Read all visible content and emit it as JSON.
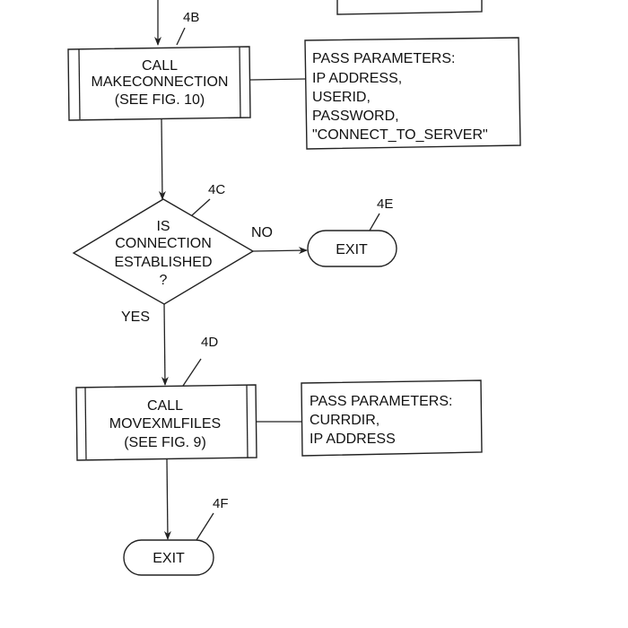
{
  "diagram": {
    "type": "flowchart",
    "nodes": {
      "call_makeconnection": {
        "ref": "4B",
        "lines": [
          "CALL",
          "MAKECONNECTION",
          "(SEE FIG. 10)"
        ]
      },
      "params_makeconnection": {
        "lines": [
          "PASS PARAMETERS:",
          "IP ADDRESS,",
          "USERID,",
          "PASSWORD,",
          "\"CONNECT_TO_SERVER\""
        ]
      },
      "decision_connection": {
        "ref": "4C",
        "lines": [
          "IS",
          "CONNECTION",
          "ESTABLISHED",
          "?"
        ]
      },
      "exit_no": {
        "ref": "4E",
        "label": "EXIT"
      },
      "call_movexmlfiles": {
        "ref": "4D",
        "lines": [
          "CALL",
          "MOVEXMLFILES",
          "(SEE FIG. 9)"
        ]
      },
      "params_movexmlfiles": {
        "lines": [
          "PASS PARAMETERS:",
          "CURRDIR,",
          "IP ADDRESS"
        ]
      },
      "exit_final": {
        "ref": "4F",
        "label": "EXIT"
      }
    },
    "edges": {
      "no_label": "NO",
      "yes_label": "YES"
    }
  }
}
